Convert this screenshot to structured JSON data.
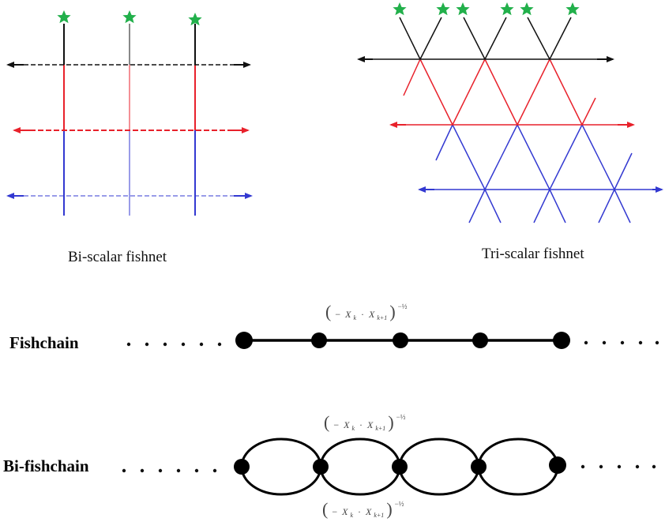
{
  "colors": {
    "black": "#111111",
    "red": "#e8212b",
    "blue": "#3339d1",
    "green_star": "#22b04b"
  },
  "bi_scalar": {
    "caption": "Bi-scalar fishnet"
  },
  "tri_scalar": {
    "caption": "Tri-scalar fishnet"
  },
  "fishchain": {
    "label": "Fishchain",
    "formula": {
      "open": "(",
      "minus": "−",
      "xk": "X",
      "k_sub": "k",
      "dot": "·",
      "xk1": "X",
      "k1_sub": "k+1",
      "close": ")",
      "exponent": "−½"
    }
  },
  "bifishchain": {
    "label": "Bi-fishchain",
    "formula_top": {
      "open": "(",
      "minus": "−",
      "xk": "X",
      "k_sub": "k",
      "dot": "·",
      "xk1": "X",
      "k1_sub": "k+1",
      "close": ")",
      "exponent": "−½"
    },
    "formula_bottom": {
      "open": "(",
      "minus": "−",
      "xk": "X",
      "k_sub": "k",
      "dot": "·",
      "xk1": "X",
      "k1_sub": "k+1",
      "close": ")",
      "exponent": "−½"
    }
  }
}
